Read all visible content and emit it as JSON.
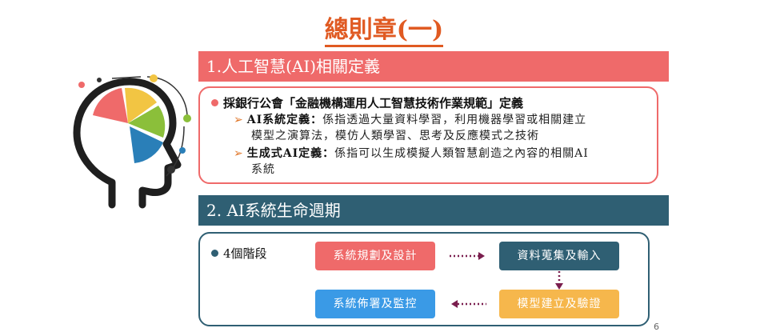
{
  "title": "總則章(一)",
  "section1": {
    "heading": "1.人工智慧(AI)相關定義",
    "bullet": "採銀行公會「金融機構運用人工智慧技術作業規範」定義",
    "items": [
      {
        "term": "AI系統定義：",
        "text_line1": "係指透過大量資料學習，利用機器學習或相關建立",
        "text_line2": "模型之演算法，模仿人類學習、思考及反應模式之技術"
      },
      {
        "term": "生成式AI定義：",
        "text_line1": "係指可以生成模擬人類智慧創造之內容的相關AI",
        "text_line2": "系統"
      }
    ]
  },
  "section2": {
    "heading": "2. AI系統生命週期",
    "bullet": "4個階段",
    "stages": [
      "系統規劃及設計",
      "資料蒐集及輸入",
      "模型建立及驗證",
      "系統佈署及監控"
    ]
  },
  "page_number": "6",
  "colors": {
    "title": "#e05a22",
    "coral": "#ef6a6a",
    "teal": "#2f5f73",
    "orange": "#f6b74c",
    "blue": "#3a9ae6",
    "arrow": "#7a1e4e"
  },
  "icons": [
    "head-with-pie-chart-icon",
    "arrow-right-bullet-icon",
    "dotted-arrow-icon"
  ]
}
